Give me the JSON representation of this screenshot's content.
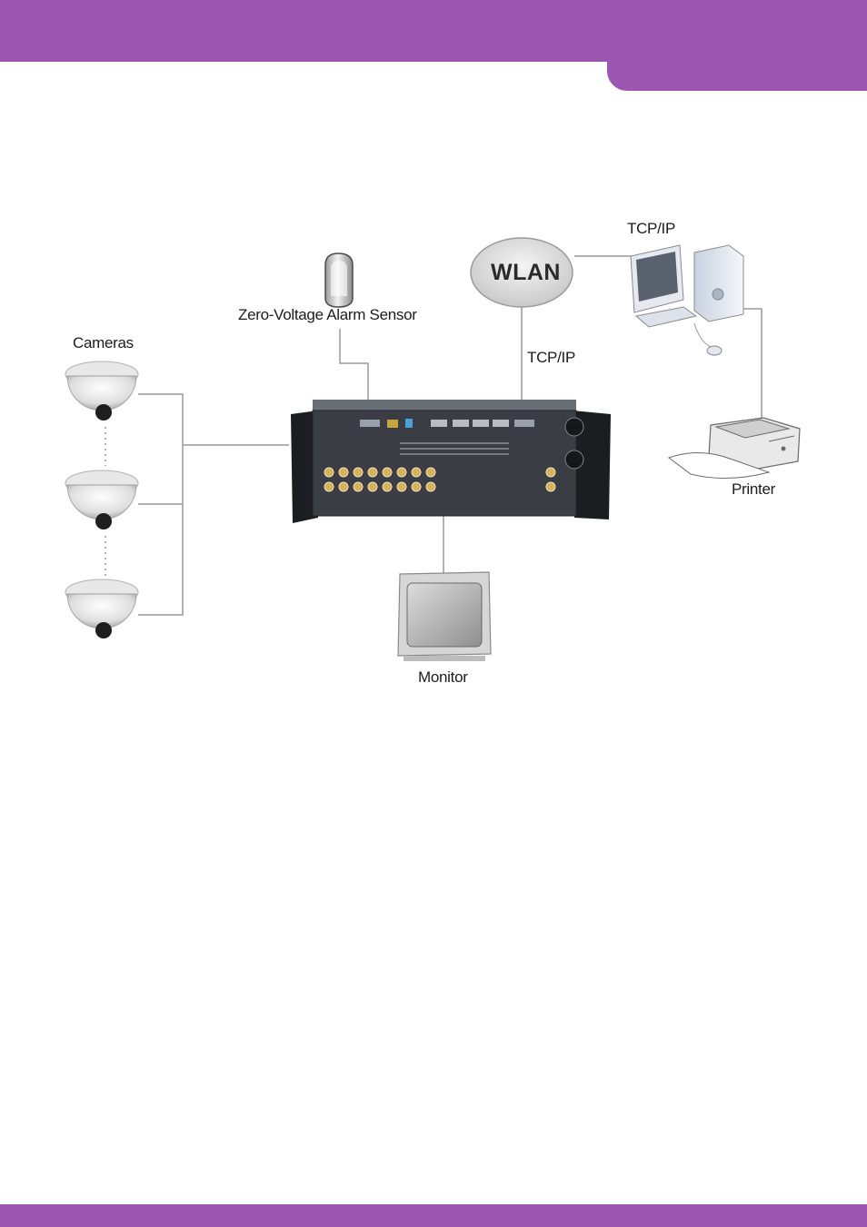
{
  "colors": {
    "brand": "#9b57b0",
    "connector": "#9a9a9a",
    "label": "#1c1c1c"
  },
  "icons": [
    "dome-camera-icon",
    "alarm-sensor-icon",
    "wlan-cloud-icon",
    "desktop-computer-icon",
    "printer-icon",
    "crt-monitor-icon",
    "dvr-unit-icon"
  ],
  "labels": {
    "cameras": "Cameras",
    "alarm_sensor": "Zero-Voltage Alarm Sensor",
    "wlan": "WLAN",
    "tcpip_wlan": "TCP/IP",
    "tcpip_computer": "TCP/IP",
    "printer": "Printer",
    "monitor": "Monitor"
  }
}
